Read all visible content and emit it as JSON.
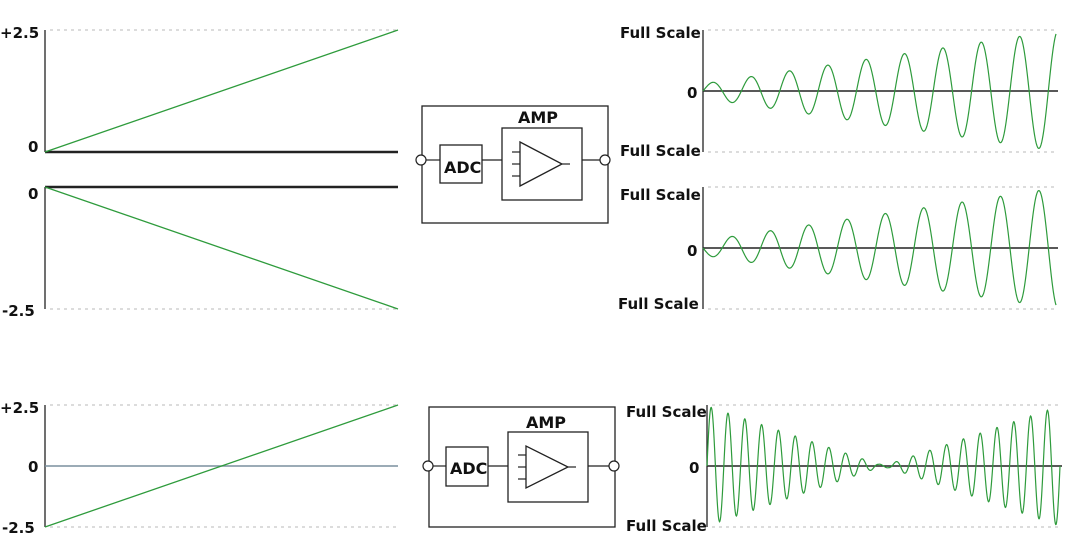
{
  "colors": {
    "signal": "#2e9b3c",
    "axis": "#222222",
    "grid": "#c8c8c8"
  },
  "input_plots": {
    "top_positive": {
      "top_label": "+2.5",
      "bottom_label": "0",
      "ramp": [
        0,
        2.5
      ]
    },
    "top_negative": {
      "top_label": "0",
      "bottom_label": "-2.5",
      "ramp": [
        0,
        -2.5
      ]
    },
    "bottom_bipolar": {
      "top_label": "+2.5",
      "mid_label": "0",
      "bottom_label": "-2.5",
      "ramp": [
        -2.5,
        2.5
      ]
    }
  },
  "blocks": {
    "top": {
      "adc_label": "ADC",
      "amp_label": "AMP"
    },
    "bottom": {
      "adc_label": "ADC",
      "amp_label": "AMP"
    }
  },
  "output_plots": {
    "top_first": {
      "top_label": "Full Scale",
      "mid_label": "0",
      "bottom_label": "Full Scale",
      "cycles": 9.2,
      "envelope": "growing"
    },
    "top_second": {
      "top_label": "Full Scale",
      "mid_label": "0",
      "bottom_label": "Full Scale",
      "cycles": 9.2,
      "envelope": "growing",
      "phase_inverted": true
    },
    "bottom": {
      "top_label": "Full Scale",
      "mid_label": "0",
      "bottom_label": "Full Scale",
      "cycles": 21,
      "envelope": "v-shaped"
    }
  }
}
